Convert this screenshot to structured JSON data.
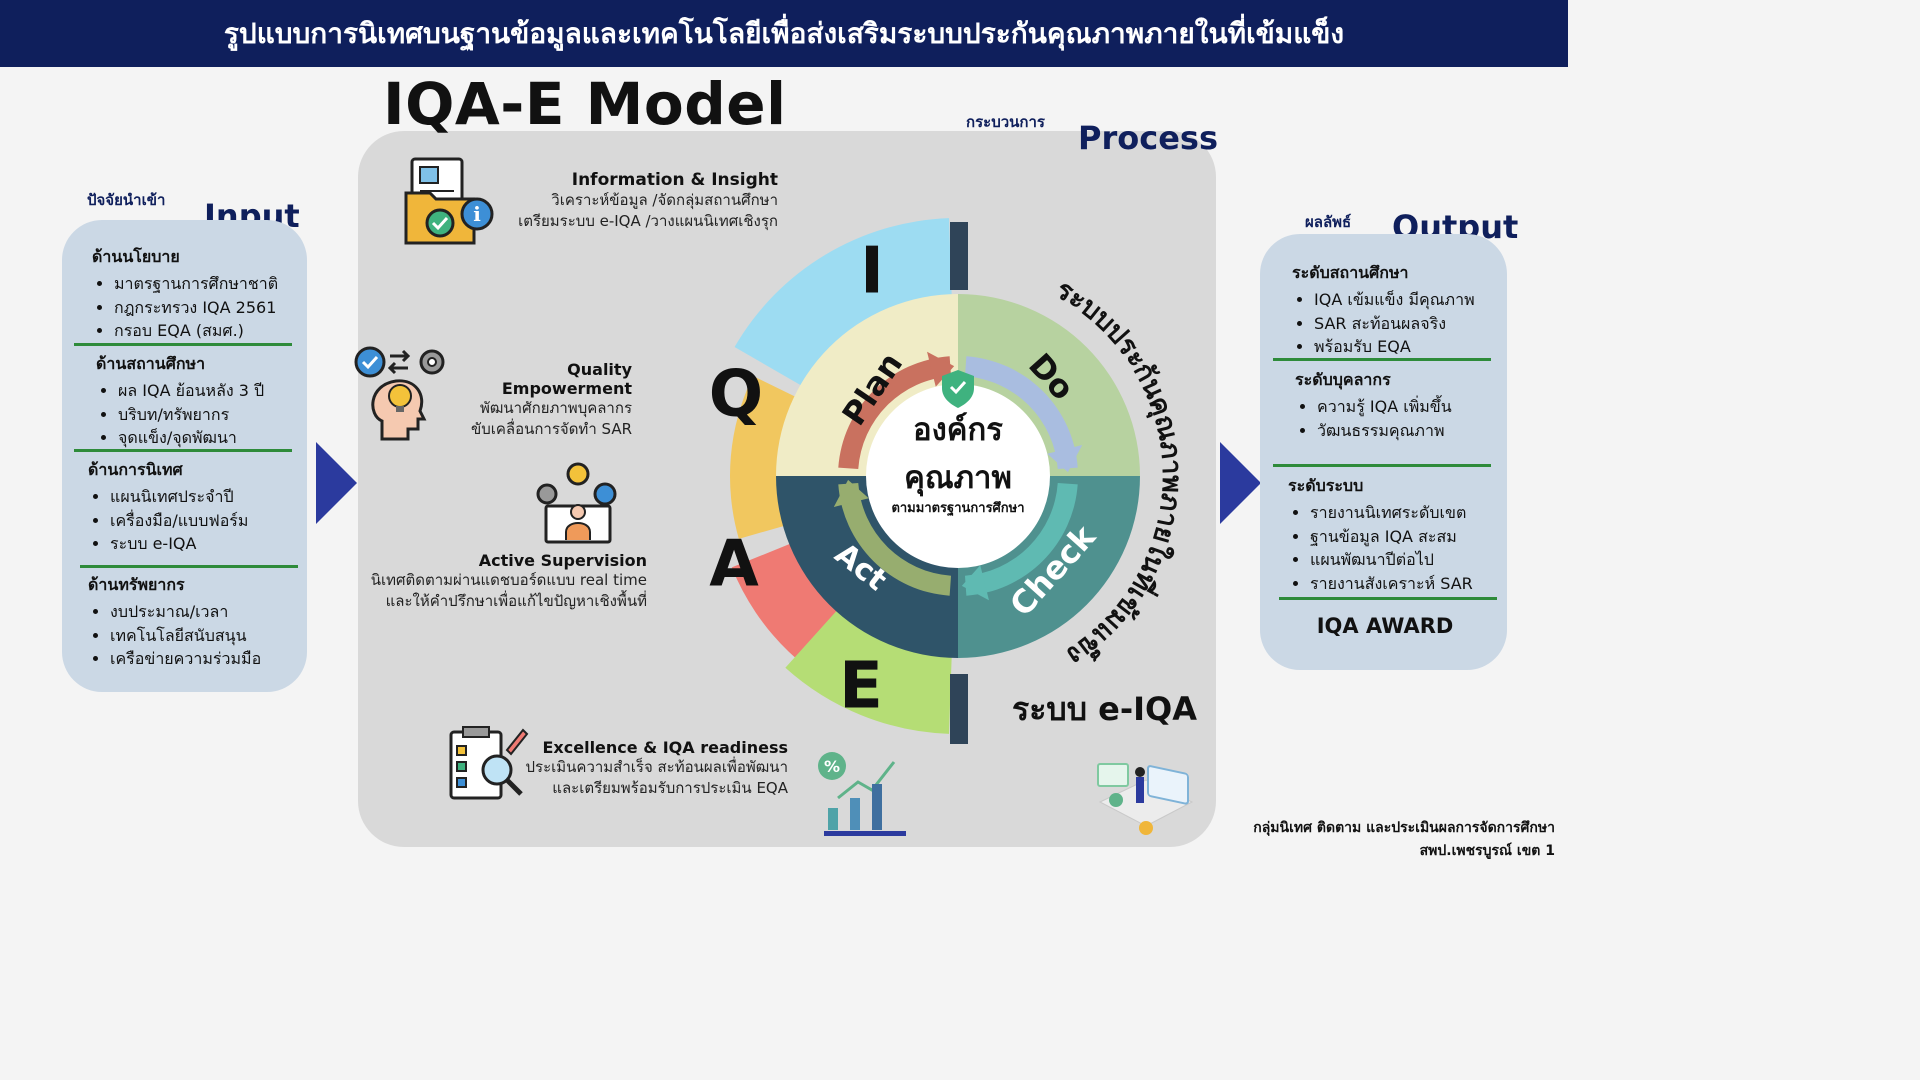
{
  "header": {
    "title": "รูปแบบการนิเทศบนฐานข้อมูลและเทคโนโลยีเพื่อส่งเสริมระบบประกันคุณภาพภายในที่เข้มแข็ง"
  },
  "model_title": "IQA-E Model",
  "process": {
    "label_th": "กระบวนการ",
    "label_en": "Process"
  },
  "input": {
    "label_th": "ปัจจัยนำเข้า",
    "label_en": "Input",
    "groups": [
      {
        "title": "ด้านนโยบาย",
        "items": [
          "มาตรฐานการศึกษาชาติ",
          "กฎกระทรวง IQA 2561",
          "กรอบ EQA (สมศ.)"
        ]
      },
      {
        "title": "ด้านสถานศึกษา",
        "items": [
          "ผล IQA ย้อนหลัง 3 ปี",
          "บริบท/ทรัพยากร",
          "จุดแข็ง/จุดพัฒนา"
        ]
      },
      {
        "title": "ด้านการนิเทศ",
        "items": [
          "แผนนิเทศประจำปี",
          "เครื่องมือ/แบบฟอร์ม",
          "ระบบ e-IQA"
        ]
      },
      {
        "title": "ด้านทรัพยากร",
        "items": [
          "งบประมาณ/เวลา",
          "เทคโนโลยีสนับสนุน",
          "เครือข่ายความร่วมมือ"
        ]
      }
    ]
  },
  "output": {
    "label_th": "ผลลัพธ์",
    "label_en": "Output",
    "groups": [
      {
        "title": "ระดับสถานศึกษา",
        "items": [
          "IQA เข้มแข็ง มีคุณภาพ",
          "SAR สะท้อนผลจริง",
          "พร้อมรับ EQA"
        ]
      },
      {
        "title": "ระดับบุคลากร",
        "items": [
          "ความรู้ IQA เพิ่มขึ้น",
          "วัฒนธรรมคุณภาพ"
        ]
      },
      {
        "title": "ระดับระบบ",
        "items": [
          "รายงานนิเทศระดับเขต",
          "ฐานข้อมูล IQA สะสม",
          "แผนพัฒนาปีต่อไป",
          "รายงานสังเคราะห์ SAR"
        ]
      }
    ],
    "award": "IQA AWARD"
  },
  "stages": [
    {
      "letter": "I",
      "title": "Information & Insight",
      "lines": [
        "วิเคราะห์ข้อมูล /จัดกลุ่มสถานศึกษา",
        "เตรียมระบบ e-IQA /วางแผนนิเทศเชิงรุก"
      ],
      "color": "#9ddcf2"
    },
    {
      "letter": "Q",
      "title": "Quality Empowerment",
      "lines": [
        "พัฒนาศักยภาพบุคลากร",
        "ขับเคลื่อนการจัดทำ SAR"
      ],
      "color": "#f1c75f"
    },
    {
      "letter": "A",
      "title": "Active Supervision",
      "lines": [
        "นิเทศติดตามผ่านแดชบอร์ดแบบ real time",
        "และให้คำปรึกษาเพื่อแก้ไขปัญหาเชิงพื้นที่"
      ],
      "color": "#ef7a73"
    },
    {
      "letter": "E",
      "title": "Excellence & IQA readiness",
      "lines": [
        "ประเมินความสำเร็จ สะท้อนผลเพื่อพัฒนา",
        "และเตรียมพร้อมรับการประเมิน EQA"
      ],
      "color": "#b5dd75"
    }
  ],
  "cycle": {
    "quadrants": [
      {
        "label": "Plan",
        "color": "#f0ecc6",
        "text_color": "#111111"
      },
      {
        "label": "Do",
        "color": "#b7d2a0",
        "text_color": "#111111"
      },
      {
        "label": "Check",
        "color": "#4f918f",
        "text_color": "#ffffff"
      },
      {
        "label": "Act",
        "color": "#2f5469",
        "text_color": "#ffffff"
      }
    ],
    "center_line1": "องค์กร",
    "center_line2": "คุณภาพ",
    "center_sub": "ตามมาตรฐานการศึกษา",
    "ring_text": "ระบบประกันคุณภาพภายในที่เข้มแข็ง"
  },
  "eiqa_label": "ระบบ e-IQA",
  "footer": {
    "line1": "กลุ่มนิเทศ ติดตาม และประเมินผลการจัดการศึกษา",
    "line2": "สพป.เพชรบูรณ์ เขต 1"
  },
  "colors": {
    "navy": "#0f1f5c",
    "arrow": "#2b3a9e",
    "divider": "#2e8b3a",
    "panel": "#cbd8e5",
    "process_panel": "#d9d9d9"
  }
}
